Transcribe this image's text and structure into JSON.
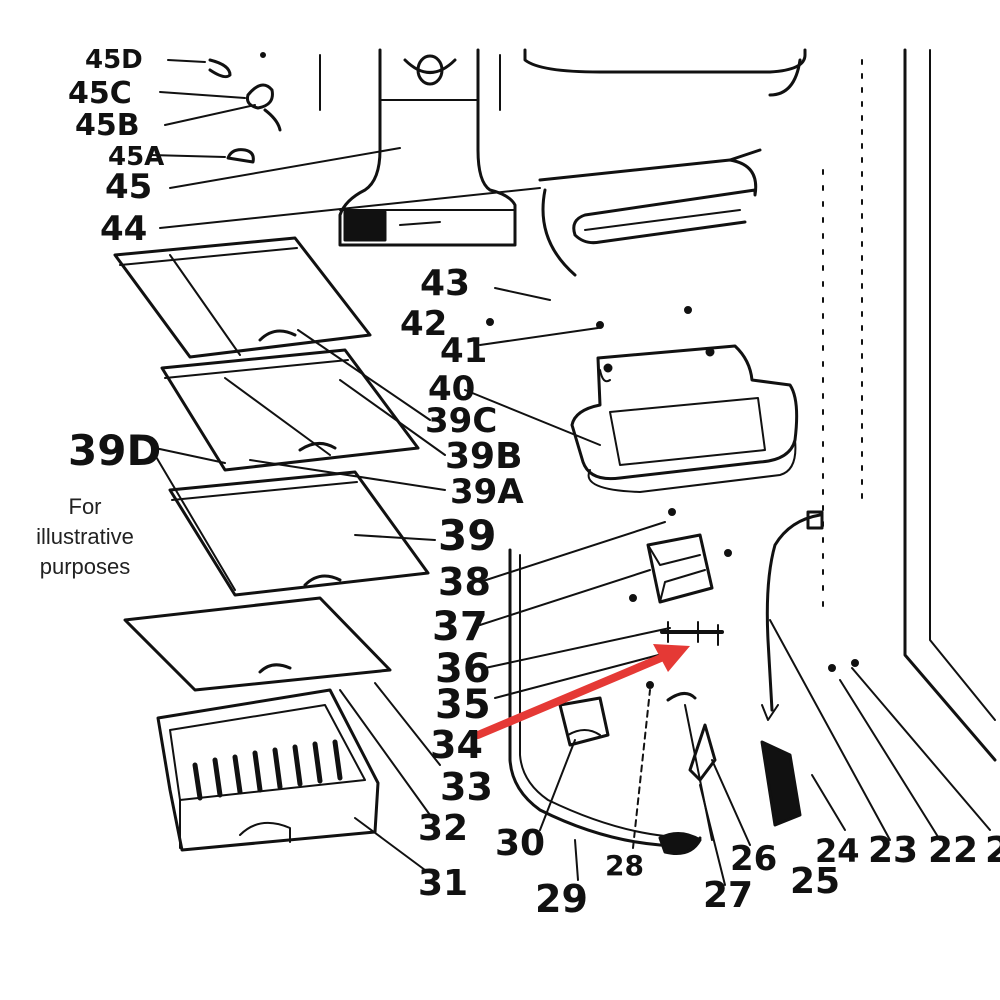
{
  "caption": {
    "lines": [
      "For",
      "illustrative",
      "purposes"
    ]
  },
  "part_labels": [
    {
      "id": "45d",
      "text": "45D"
    },
    {
      "id": "45c",
      "text": "45C"
    },
    {
      "id": "45b",
      "text": "45B"
    },
    {
      "id": "45a",
      "text": "45A"
    },
    {
      "id": "45",
      "text": "45"
    },
    {
      "id": "44",
      "text": "44"
    },
    {
      "id": "43",
      "text": "43"
    },
    {
      "id": "42",
      "text": "42"
    },
    {
      "id": "41",
      "text": "41"
    },
    {
      "id": "40",
      "text": "40"
    },
    {
      "id": "39d",
      "text": "39D"
    },
    {
      "id": "39c",
      "text": "39C"
    },
    {
      "id": "39b",
      "text": "39B"
    },
    {
      "id": "39a",
      "text": "39A"
    },
    {
      "id": "39",
      "text": "39"
    },
    {
      "id": "38",
      "text": "38"
    },
    {
      "id": "37",
      "text": "37"
    },
    {
      "id": "36",
      "text": "36"
    },
    {
      "id": "35",
      "text": "35"
    },
    {
      "id": "34",
      "text": "34"
    },
    {
      "id": "33",
      "text": "33"
    },
    {
      "id": "32",
      "text": "32"
    },
    {
      "id": "31",
      "text": "31"
    },
    {
      "id": "30",
      "text": "30"
    },
    {
      "id": "29",
      "text": "29"
    },
    {
      "id": "28",
      "text": "28"
    },
    {
      "id": "27",
      "text": "27"
    },
    {
      "id": "26",
      "text": "26"
    },
    {
      "id": "25",
      "text": "25"
    },
    {
      "id": "24",
      "text": "24"
    },
    {
      "id": "23",
      "text": "23"
    },
    {
      "id": "22",
      "text": "22"
    },
    {
      "id": "21",
      "text": "2"
    }
  ],
  "colors": {
    "line": "#111111",
    "highlight_arrow": "#e53935"
  }
}
